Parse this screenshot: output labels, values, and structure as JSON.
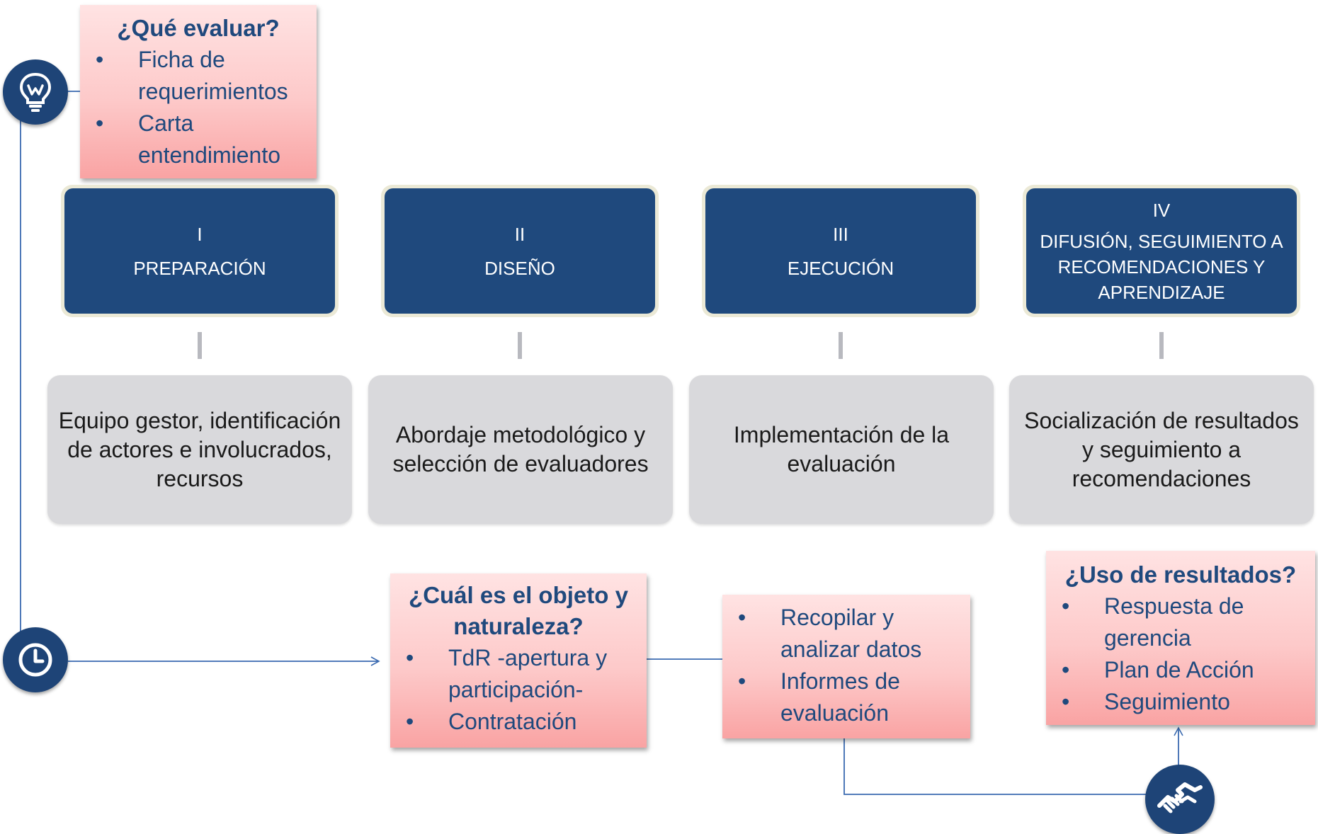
{
  "colors": {
    "navy": "#1f497d",
    "icon_navy": "#1e4477",
    "connector_blue": "#3a6ab0",
    "pink_top": "#ffe3e3",
    "pink_bottom": "#f9a3a3",
    "gray_box": "#d9d9dc",
    "phase_frame": "#ebe9d6"
  },
  "icons": {
    "top": "lightbulb-icon",
    "middle": "clock-icon",
    "bottom": "handshake-icon"
  },
  "que_evaluar": {
    "title": "¿Qué evaluar?",
    "items": [
      "Ficha de requerimientos",
      "Carta entendimiento"
    ]
  },
  "phases": [
    {
      "number": "I",
      "name": "PREPARACIÓN"
    },
    {
      "number": "II",
      "name": "DISEÑO"
    },
    {
      "number": "III",
      "name": "EJECUCIÓN"
    },
    {
      "number": "IV",
      "name": "DIFUSIÓN, SEGUIMIENTO A RECOMENDACIONES Y APRENDIZAJE"
    }
  ],
  "descriptions": [
    "Equipo gestor, identificación de actores e involucrados, recursos",
    "Abordaje metodológico y selección de evaluadores",
    "Implementación de la evaluación",
    "Socialización de resultados y seguimiento a recomendaciones"
  ],
  "objeto": {
    "title": "¿Cuál es el objeto y naturaleza?",
    "items": [
      "TdR  -apertura y participación-",
      "Contratación"
    ]
  },
  "recopilar": {
    "items": [
      "Recopilar y analizar datos",
      "Informes de evaluación"
    ]
  },
  "uso": {
    "title": "¿Uso de resultados?",
    "items": [
      "Respuesta de gerencia",
      "Plan de Acción",
      "Seguimiento"
    ]
  }
}
